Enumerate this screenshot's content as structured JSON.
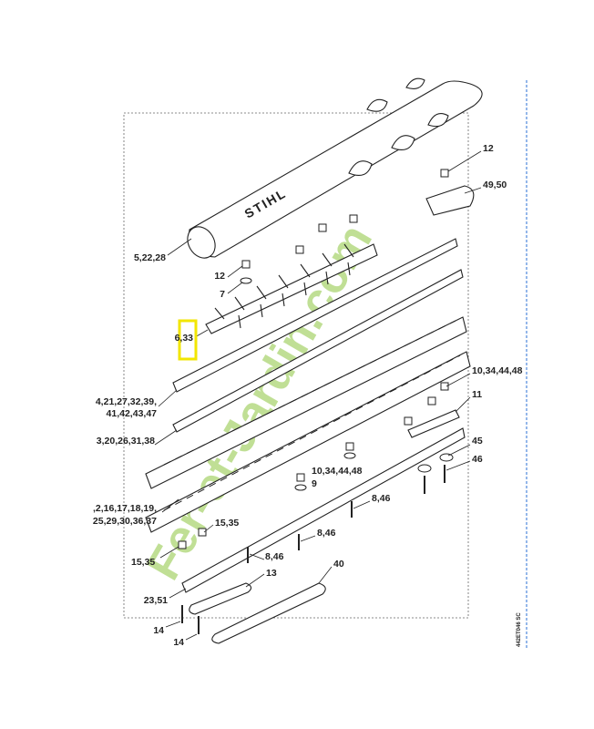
{
  "brand_on_part": "STIHL",
  "watermark": "Fer-et-Jardin.com",
  "drawing_code": "442ET046 SC",
  "highlight_color": "#f2e600",
  "callouts": {
    "c12_top": "12",
    "c49_50": "49,50",
    "c5_22_28": "5,22,28",
    "c12_left": "12",
    "c7": "7",
    "c6_33": "6,33",
    "c10_34_44_48_right": "10,34,44,48",
    "c4_line1": "4,21,27,32,39,",
    "c4_line2": "41,42,43,47",
    "c11": "11",
    "c3_20": "3,20,26,31,38",
    "c45": "45",
    "c46": "46",
    "c10_34_44_48_mid": "10,34,44,48",
    "c9": "9",
    "c8_46_a": "8,46",
    "c2_line1": ",2,16,17,18,19,",
    "c2_line2": "25,29,30,36,37",
    "c15_35_a": "15,35",
    "c8_46_b": "8,46",
    "c15_35_b": "15,35",
    "c8_46_c": "8,46",
    "c13": "13",
    "c40": "40",
    "c23_51": "23,51",
    "c14_a": "14",
    "c14_b": "14"
  }
}
